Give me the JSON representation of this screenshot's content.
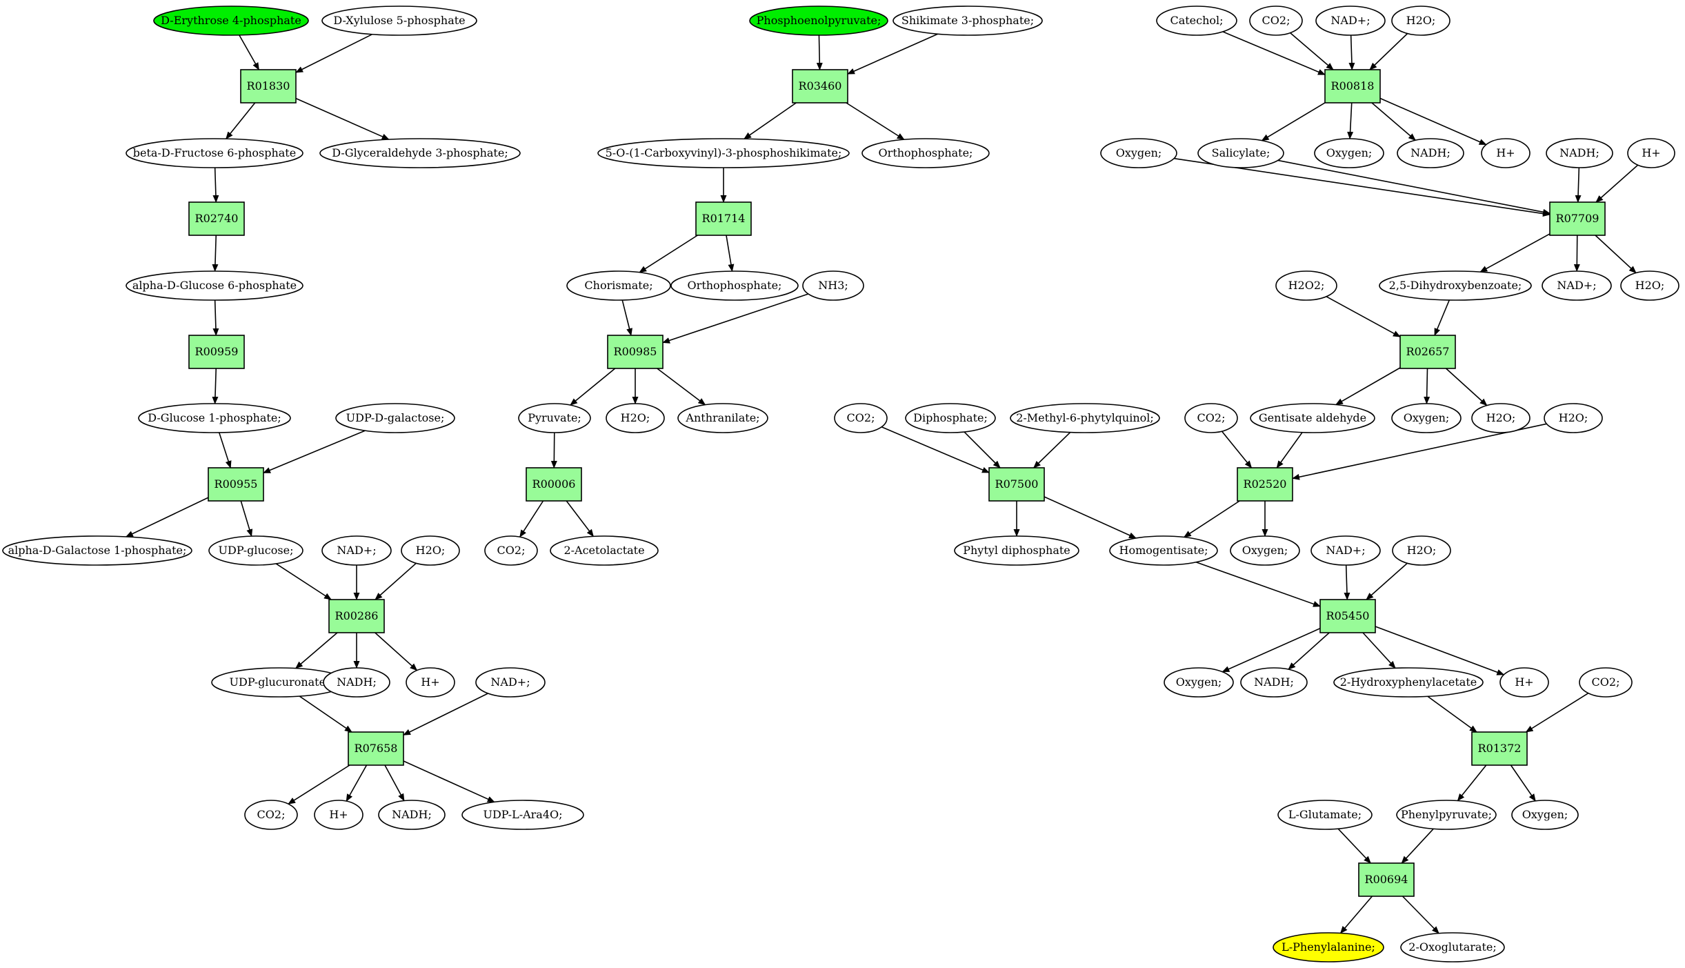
{
  "colors": {
    "reaction_fill": "#98fb98",
    "start_compound": "#00ee00",
    "target_compound": "#ffff00",
    "compound": "#ffffff"
  },
  "nodes": {
    "m1": {
      "label": "D-Erythrose 4-phosphate",
      "kind": "start"
    },
    "m2": {
      "label": "D-Xylulose 5-phosphate",
      "kind": "compound"
    },
    "r1": {
      "label": "R01830",
      "kind": "reaction"
    },
    "m3": {
      "label": "beta-D-Fructose 6-phosphate",
      "kind": "compound"
    },
    "m4": {
      "label": "D-Glyceraldehyde 3-phosphate;",
      "kind": "compound"
    },
    "r2": {
      "label": "R02740",
      "kind": "reaction"
    },
    "m5": {
      "label": "alpha-D-Glucose 6-phosphate",
      "kind": "compound"
    },
    "r3": {
      "label": "R00959",
      "kind": "reaction"
    },
    "m6": {
      "label": "D-Glucose 1-phosphate;",
      "kind": "compound"
    },
    "m7": {
      "label": "UDP-D-galactose;",
      "kind": "compound"
    },
    "r4": {
      "label": "R00955",
      "kind": "reaction"
    },
    "m8": {
      "label": "alpha-D-Galactose 1-phosphate;",
      "kind": "compound"
    },
    "m9": {
      "label": "UDP-glucose;",
      "kind": "compound"
    },
    "m10": {
      "label": "NAD+;",
      "kind": "compound"
    },
    "m11": {
      "label": "H2O;",
      "kind": "compound"
    },
    "r5": {
      "label": "R00286",
      "kind": "reaction"
    },
    "m12": {
      "label": "UDP-glucuronate;",
      "kind": "compound"
    },
    "m13": {
      "label": "NADH;",
      "kind": "compound"
    },
    "m14": {
      "label": "H+",
      "kind": "compound"
    },
    "m15": {
      "label": "NAD+;",
      "kind": "compound"
    },
    "r6": {
      "label": "R07658",
      "kind": "reaction"
    },
    "m16": {
      "label": "CO2;",
      "kind": "compound"
    },
    "m17": {
      "label": "H+",
      "kind": "compound"
    },
    "m18": {
      "label": "NADH;",
      "kind": "compound"
    },
    "m19": {
      "label": "UDP-L-Ara4O;",
      "kind": "compound"
    },
    "m20": {
      "label": "Phosphoenolpyruvate;",
      "kind": "start"
    },
    "m21": {
      "label": "Shikimate 3-phosphate;",
      "kind": "compound"
    },
    "r7": {
      "label": "R03460",
      "kind": "reaction"
    },
    "m22": {
      "label": "5-O-(1-Carboxyvinyl)-3-phosphoshikimate;",
      "kind": "compound"
    },
    "m23": {
      "label": "Orthophosphate;",
      "kind": "compound"
    },
    "r8": {
      "label": "R01714",
      "kind": "reaction"
    },
    "m24": {
      "label": "Chorismate;",
      "kind": "compound"
    },
    "m25": {
      "label": "Orthophosphate;",
      "kind": "compound"
    },
    "m26": {
      "label": "NH3;",
      "kind": "compound"
    },
    "r9": {
      "label": "R00985",
      "kind": "reaction"
    },
    "m27": {
      "label": "Pyruvate;",
      "kind": "compound"
    },
    "m28": {
      "label": "H2O;",
      "kind": "compound"
    },
    "m29": {
      "label": "Anthranilate;",
      "kind": "compound"
    },
    "r10": {
      "label": "R00006",
      "kind": "reaction"
    },
    "m30": {
      "label": "CO2;",
      "kind": "compound"
    },
    "m31": {
      "label": "2-Acetolactate",
      "kind": "compound"
    },
    "m32": {
      "label": "Catechol;",
      "kind": "compound"
    },
    "m33": {
      "label": "CO2;",
      "kind": "compound"
    },
    "m34": {
      "label": "NAD+;",
      "kind": "compound"
    },
    "m35": {
      "label": "H2O;",
      "kind": "compound"
    },
    "r11": {
      "label": "R00818",
      "kind": "reaction"
    },
    "m36": {
      "label": "Oxygen;",
      "kind": "compound"
    },
    "m37": {
      "label": "Salicylate;",
      "kind": "compound"
    },
    "m38": {
      "label": "Oxygen;",
      "kind": "compound"
    },
    "m39": {
      "label": "NADH;",
      "kind": "compound"
    },
    "m40": {
      "label": "H+",
      "kind": "compound"
    },
    "m41": {
      "label": "NADH;",
      "kind": "compound"
    },
    "m42": {
      "label": "H+",
      "kind": "compound"
    },
    "r12": {
      "label": "R07709",
      "kind": "reaction"
    },
    "m43": {
      "label": "H2O2;",
      "kind": "compound"
    },
    "m44": {
      "label": "2,5-Dihydroxybenzoate;",
      "kind": "compound"
    },
    "m45": {
      "label": "NAD+;",
      "kind": "compound"
    },
    "m46": {
      "label": "H2O;",
      "kind": "compound"
    },
    "r13": {
      "label": "R02657",
      "kind": "reaction"
    },
    "m47": {
      "label": "Gentisate aldehyde",
      "kind": "compound"
    },
    "m48": {
      "label": "Oxygen;",
      "kind": "compound"
    },
    "m49": {
      "label": "H2O;",
      "kind": "compound"
    },
    "m50": {
      "label": "CO2;",
      "kind": "compound"
    },
    "m51": {
      "label": "H2O;",
      "kind": "compound"
    },
    "r14": {
      "label": "R02520",
      "kind": "reaction"
    },
    "m52": {
      "label": "CO2;",
      "kind": "compound"
    },
    "m53": {
      "label": "Diphosphate;",
      "kind": "compound"
    },
    "m54": {
      "label": "2-Methyl-6-phytylquinol;",
      "kind": "compound"
    },
    "r15": {
      "label": "R07500",
      "kind": "reaction"
    },
    "m55": {
      "label": "Phytyl diphosphate",
      "kind": "compound"
    },
    "m56": {
      "label": "Homogentisate;",
      "kind": "compound"
    },
    "m57": {
      "label": "Oxygen;",
      "kind": "compound"
    },
    "m58": {
      "label": "NAD+;",
      "kind": "compound"
    },
    "m59": {
      "label": "H2O;",
      "kind": "compound"
    },
    "r16": {
      "label": "R05450",
      "kind": "reaction"
    },
    "m60": {
      "label": "Oxygen;",
      "kind": "compound"
    },
    "m61": {
      "label": "NADH;",
      "kind": "compound"
    },
    "m62": {
      "label": "2-Hydroxyphenylacetate",
      "kind": "compound"
    },
    "m63": {
      "label": "H+",
      "kind": "compound"
    },
    "m64": {
      "label": "CO2;",
      "kind": "compound"
    },
    "r17": {
      "label": "R01372",
      "kind": "reaction"
    },
    "m65": {
      "label": "L-Glutamate;",
      "kind": "compound"
    },
    "m66": {
      "label": "Phenylpyruvate;",
      "kind": "compound"
    },
    "m67": {
      "label": "Oxygen;",
      "kind": "compound"
    },
    "r18": {
      "label": "R00694",
      "kind": "reaction"
    },
    "m68": {
      "label": "L-Phenylalanine;",
      "kind": "target"
    },
    "m69": {
      "label": "2-Oxoglutarate;",
      "kind": "compound"
    }
  },
  "edges": [
    [
      "m1",
      "r1"
    ],
    [
      "m2",
      "r1"
    ],
    [
      "r1",
      "m3"
    ],
    [
      "r1",
      "m4"
    ],
    [
      "m3",
      "r2"
    ],
    [
      "r2",
      "m5"
    ],
    [
      "m5",
      "r3"
    ],
    [
      "r3",
      "m6"
    ],
    [
      "m6",
      "r4"
    ],
    [
      "m7",
      "r4"
    ],
    [
      "r4",
      "m8"
    ],
    [
      "r4",
      "m9"
    ],
    [
      "m9",
      "r5"
    ],
    [
      "m10",
      "r5"
    ],
    [
      "m11",
      "r5"
    ],
    [
      "r5",
      "m12"
    ],
    [
      "r5",
      "m13"
    ],
    [
      "r5",
      "m14"
    ],
    [
      "m12",
      "r6"
    ],
    [
      "m15",
      "r6"
    ],
    [
      "r6",
      "m16"
    ],
    [
      "r6",
      "m17"
    ],
    [
      "r6",
      "m18"
    ],
    [
      "r6",
      "m19"
    ],
    [
      "m20",
      "r7"
    ],
    [
      "m21",
      "r7"
    ],
    [
      "r7",
      "m22"
    ],
    [
      "r7",
      "m23"
    ],
    [
      "m22",
      "r8"
    ],
    [
      "r8",
      "m24"
    ],
    [
      "r8",
      "m25"
    ],
    [
      "m24",
      "r9"
    ],
    [
      "m26",
      "r9"
    ],
    [
      "r9",
      "m27"
    ],
    [
      "r9",
      "m28"
    ],
    [
      "r9",
      "m29"
    ],
    [
      "m27",
      "r10"
    ],
    [
      "r10",
      "m30"
    ],
    [
      "r10",
      "m31"
    ],
    [
      "m32",
      "r11"
    ],
    [
      "m33",
      "r11"
    ],
    [
      "m34",
      "r11"
    ],
    [
      "m35",
      "r11"
    ],
    [
      "r11",
      "m37"
    ],
    [
      "r11",
      "m38"
    ],
    [
      "r11",
      "m39"
    ],
    [
      "r11",
      "m40"
    ],
    [
      "m36",
      "r12"
    ],
    [
      "m37",
      "r12"
    ],
    [
      "m41",
      "r12"
    ],
    [
      "m42",
      "r12"
    ],
    [
      "r12",
      "m44"
    ],
    [
      "r12",
      "m45"
    ],
    [
      "r12",
      "m46"
    ],
    [
      "m43",
      "r13"
    ],
    [
      "m44",
      "r13"
    ],
    [
      "r13",
      "m47"
    ],
    [
      "r13",
      "m48"
    ],
    [
      "r13",
      "m49"
    ],
    [
      "m47",
      "r14"
    ],
    [
      "m50",
      "r14"
    ],
    [
      "m51",
      "r14"
    ],
    [
      "r14",
      "m56"
    ],
    [
      "r14",
      "m57"
    ],
    [
      "m52",
      "r15"
    ],
    [
      "m53",
      "r15"
    ],
    [
      "m54",
      "r15"
    ],
    [
      "r15",
      "m55"
    ],
    [
      "r15",
      "m56"
    ],
    [
      "m56",
      "r16"
    ],
    [
      "m58",
      "r16"
    ],
    [
      "m59",
      "r16"
    ],
    [
      "r16",
      "m60"
    ],
    [
      "r16",
      "m61"
    ],
    [
      "r16",
      "m62"
    ],
    [
      "r16",
      "m63"
    ],
    [
      "m62",
      "r17"
    ],
    [
      "m64",
      "r17"
    ],
    [
      "r17",
      "m66"
    ],
    [
      "r17",
      "m67"
    ],
    [
      "m65",
      "r18"
    ],
    [
      "m66",
      "r18"
    ],
    [
      "r18",
      "m68"
    ],
    [
      "r18",
      "m69"
    ]
  ]
}
